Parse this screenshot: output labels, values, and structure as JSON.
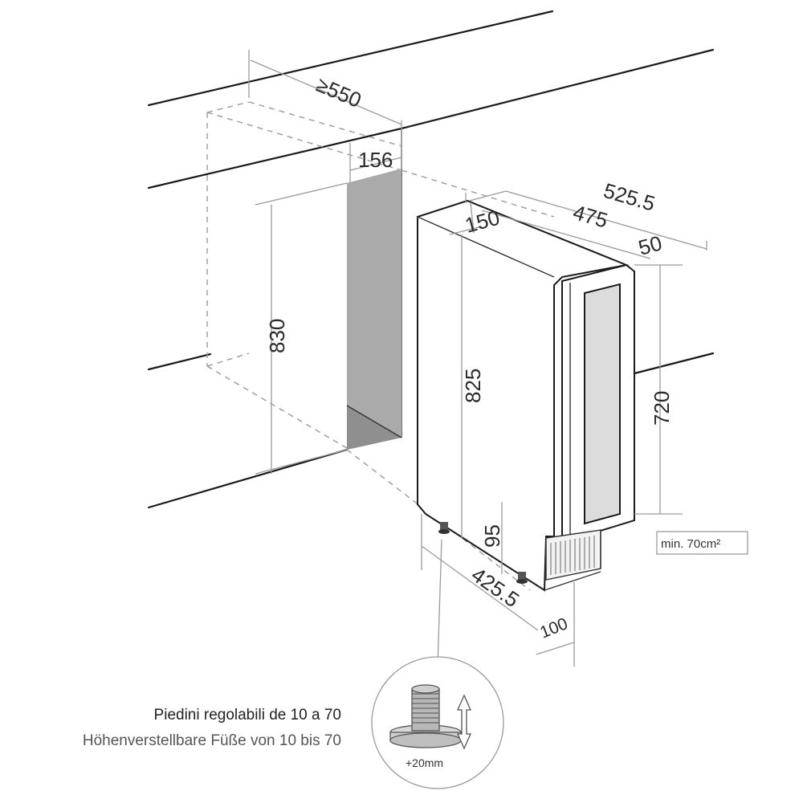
{
  "dimensions": {
    "niche_depth": "≥550",
    "niche_width": "156",
    "niche_height": "830",
    "appliance_width": "150",
    "total_depth": "525.5",
    "body_depth": "475",
    "door_depth": "50",
    "appliance_height": "825",
    "door_height": "720",
    "plinth_height": "95",
    "foot_depth": "425.5",
    "plinth_offset": "100"
  },
  "ventilation": {
    "label": "min. 70cm²"
  },
  "feet": {
    "caption_it": "Piedini regolabili de 10 a 70",
    "caption_de": "Höhenverstellbare Füße von 10 bis 70",
    "adjust_label": "+20mm"
  },
  "icons": {
    "adjust_arrow": "up-down-arrow-icon",
    "foot": "adjustable-foot-icon"
  },
  "colors": {
    "line": "#1a1a1a",
    "dimension": "#9a9a9a",
    "niche_fill": "#aaaaaa"
  }
}
